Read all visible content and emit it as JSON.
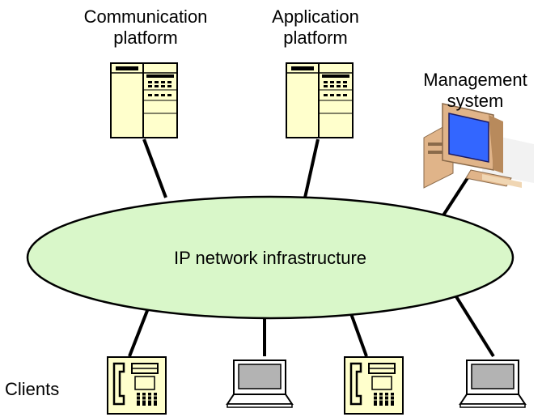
{
  "labels": {
    "communication_platform": [
      "Communication",
      "platform"
    ],
    "application_platform": [
      "Application",
      "platform"
    ],
    "management_system": [
      "Management",
      "system"
    ],
    "network": "IP network infrastructure",
    "clients": "Clients"
  },
  "icons": {
    "server": "server-cabinet-icon",
    "workstation": "desktop-computer-icon",
    "phone": "ip-phone-icon",
    "laptop": "laptop-icon"
  },
  "colors": {
    "network_fill": "#d9f7c9",
    "server_fill": "#ffffcc",
    "phone_fill": "#ffffcc",
    "screen_fill": "#3366ff",
    "pc_body": "#e0b489",
    "stroke": "#000000"
  }
}
